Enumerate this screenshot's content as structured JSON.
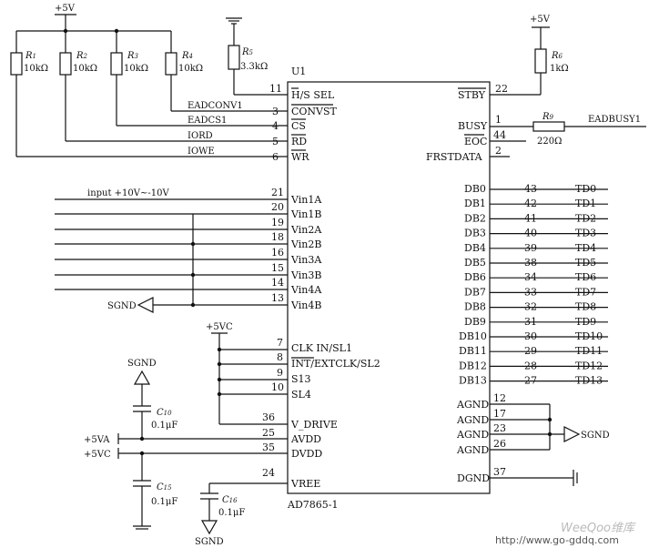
{
  "chip": {
    "ref": "U1",
    "part": "AD7865-1"
  },
  "supplies": {
    "p5v": "+5V",
    "p5vc": "+5VC",
    "p5va": "+5VA",
    "p5vc_rail": "+5VC",
    "sgnd": "SGND"
  },
  "resistors": [
    {
      "ref": "R",
      "sub": "1",
      "value": "10kΩ"
    },
    {
      "ref": "R",
      "sub": "2",
      "value": "10kΩ"
    },
    {
      "ref": "R",
      "sub": "3",
      "value": "10kΩ"
    },
    {
      "ref": "R",
      "sub": "4",
      "value": "10kΩ"
    },
    {
      "ref": "R",
      "sub": "5",
      "value": "3.3kΩ"
    },
    {
      "ref": "R",
      "sub": "6",
      "value": "1kΩ"
    },
    {
      "ref": "R",
      "sub": "9",
      "value": "220Ω"
    }
  ],
  "capacitors": [
    {
      "ref": "C",
      "sub": "10",
      "value": "0.1μF"
    },
    {
      "ref": "C",
      "sub": "15",
      "value": "0.1μF"
    },
    {
      "ref": "C",
      "sub": "16",
      "value": "0.1μF"
    }
  ],
  "nets": {
    "eadconv1": "EADCONV1",
    "eadcs1": "EADCS1",
    "iord": "IORD",
    "iowe": "IOWE",
    "eadbusy1": "EADBUSY1",
    "input": "input +10V~-10V"
  },
  "left_pins": [
    {
      "num": "11",
      "name": "H/S SEL"
    },
    {
      "num": "3",
      "name": "CONVST"
    },
    {
      "num": "4",
      "name": "CS"
    },
    {
      "num": "5",
      "name": "RD"
    },
    {
      "num": "6",
      "name": "WR"
    },
    {
      "num": "21",
      "name": "Vin1A"
    },
    {
      "num": "20",
      "name": "Vin1B"
    },
    {
      "num": "19",
      "name": "Vin2A"
    },
    {
      "num": "18",
      "name": "Vin2B"
    },
    {
      "num": "16",
      "name": "Vin3A"
    },
    {
      "num": "15",
      "name": "Vin3B"
    },
    {
      "num": "14",
      "name": "Vin4A"
    },
    {
      "num": "13",
      "name": "Vin4B"
    },
    {
      "num": "7",
      "name": "CLK IN/SL1"
    },
    {
      "num": "8",
      "name": "INT/EXTCLK/SL2"
    },
    {
      "num": "9",
      "name": "S13"
    },
    {
      "num": "10",
      "name": "SL4"
    },
    {
      "num": "36",
      "name": "V_DRIVE"
    },
    {
      "num": "25",
      "name": "AVDD"
    },
    {
      "num": "35",
      "name": "DVDD"
    },
    {
      "num": "24",
      "name": "VREE"
    }
  ],
  "right_pins": [
    {
      "num": "22",
      "name": "STBY"
    },
    {
      "num": "1",
      "name": "BUSY"
    },
    {
      "num": "44",
      "name": "EOC"
    },
    {
      "num": "2",
      "name": "FRSTDATA"
    }
  ],
  "data_pins": [
    {
      "num": "43",
      "name": "DB0",
      "net": "TD0"
    },
    {
      "num": "42",
      "name": "DB1",
      "net": "TD1"
    },
    {
      "num": "41",
      "name": "DB2",
      "net": "TD2"
    },
    {
      "num": "40",
      "name": "DB3",
      "net": "TD3"
    },
    {
      "num": "39",
      "name": "DB4",
      "net": "TD4"
    },
    {
      "num": "38",
      "name": "DB5",
      "net": "TD5"
    },
    {
      "num": "34",
      "name": "DB6",
      "net": "TD6"
    },
    {
      "num": "33",
      "name": "DB7",
      "net": "TD7"
    },
    {
      "num": "32",
      "name": "DB8",
      "net": "TD8"
    },
    {
      "num": "31",
      "name": "DB9",
      "net": "TD9"
    },
    {
      "num": "30",
      "name": "DB10",
      "net": "TD10"
    },
    {
      "num": "29",
      "name": "DB11",
      "net": "TD11"
    },
    {
      "num": "28",
      "name": "DB12",
      "net": "TD12"
    },
    {
      "num": "27",
      "name": "DB13",
      "net": "TD13"
    }
  ],
  "gnd_pins": [
    {
      "num": "12",
      "name": "AGND"
    },
    {
      "num": "17",
      "name": "AGND"
    },
    {
      "num": "23",
      "name": "AGND"
    },
    {
      "num": "26",
      "name": "AGND"
    },
    {
      "num": "37",
      "name": "DGND"
    }
  ],
  "watermark": {
    "logo": "WeeQoo维库",
    "url": "http://www.go-gddq.com"
  }
}
